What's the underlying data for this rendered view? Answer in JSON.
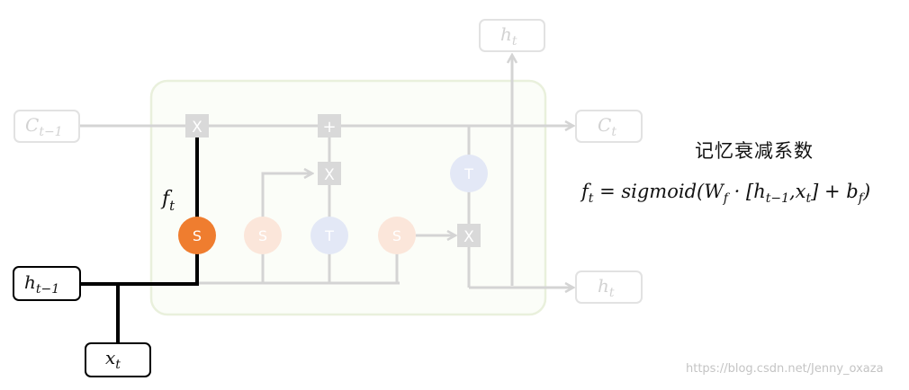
{
  "diagram": {
    "labels": {
      "c_prev": "C",
      "c_prev_sub": "t−1",
      "c_next": "C",
      "c_next_sub": "t",
      "h_out_top": "h",
      "h_out_top_sub": "t",
      "h_out_right": "h",
      "h_out_right_sub": "t",
      "h_prev": "h",
      "h_prev_sub": "t−1",
      "x_in": "x",
      "x_in_sub": "t",
      "f_t": "f",
      "f_t_sub": "t"
    },
    "gates": {
      "forget_multiply": "X",
      "cell_add": "+",
      "input_multiply": "X",
      "output_multiply": "X",
      "sigmoid_forget": "S",
      "sigmoid_input": "S",
      "tanh_candidate": "T",
      "sigmoid_output": "S",
      "tanh_cell": "T"
    }
  },
  "text": {
    "title": "记忆衰减系数",
    "formula": "f",
    "formula_sub": "t",
    "formula_eq": " = sigmoid(W",
    "formula_wsub": "f",
    "formula_mid": " · [h",
    "formula_hsub": "t−1",
    "formula_comma": ",x",
    "formula_xsub": "t",
    "formula_end": "] + b",
    "formula_bsub": "f",
    "formula_close": ")",
    "watermark": "https://blog.csdn.net/Jenny_oxaza"
  },
  "colors": {
    "highlight": "#ef7d2f",
    "faded_line": "#d4d4d4",
    "faded_gate": "#d9d9d9",
    "cell_bg_border": "#e9f0dc",
    "faded_sigmoid": "#fbe6da",
    "faded_tanh": "#e3e8f6",
    "active_line": "#000000"
  }
}
